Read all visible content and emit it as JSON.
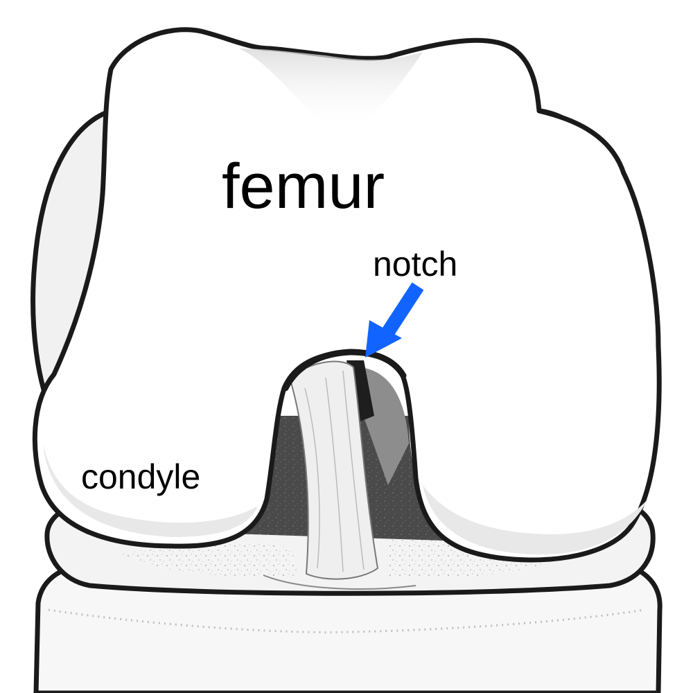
{
  "labels": {
    "femur": "femur",
    "notch": "notch",
    "condyle": "condyle"
  },
  "colors": {
    "outline": "#1a1a1a",
    "bone": "#ffffff",
    "bone_shade": "#e9e9e9",
    "cavity_dark": "#3a3a3a",
    "cavity_mid": "#8d8d8d",
    "ligament": "#efefef",
    "meniscus": "#f2f2f2",
    "arrow": "#1164ff"
  }
}
